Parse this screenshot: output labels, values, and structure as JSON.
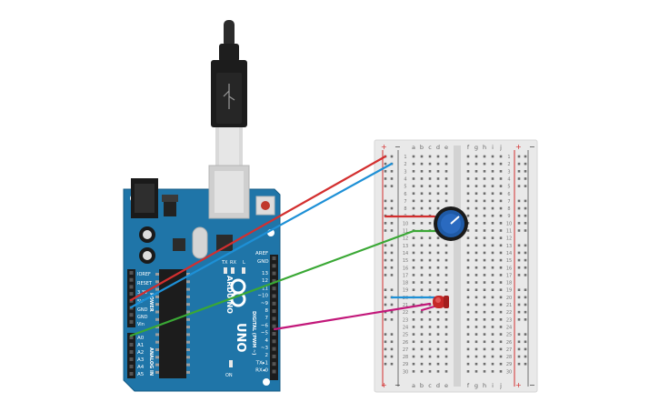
{
  "arduino": {
    "labels": {
      "ioref": "IOREF",
      "reset": "RESET",
      "v33": "3.3V",
      "v5": "5V",
      "gnd1": "GND",
      "gnd2": "GND",
      "vin": "Vin",
      "power": "POWER",
      "analog_in": "ANALOG IN",
      "aref": "AREF",
      "gnd_top": "GND",
      "digital": "DIGITAL (PWM ~)",
      "brand": "ARDUINO",
      "model": "UNO",
      "on": "ON",
      "tx": "TX",
      "rx": "RX",
      "l": "L"
    },
    "analog_pins": [
      "A0",
      "A1",
      "A2",
      "A3",
      "A4",
      "A5"
    ],
    "digital_pins": [
      "13",
      "12",
      "~11",
      "~10",
      "~9",
      "8",
      "7",
      "~6",
      "~5",
      "4",
      "~3",
      "2",
      "TX▸1",
      "RX◂0"
    ]
  },
  "breadboard": {
    "col_letters_left": [
      "a",
      "b",
      "c",
      "d",
      "e"
    ],
    "col_letters_right": [
      "f",
      "g",
      "h",
      "i",
      "j"
    ],
    "rail_plus": "+",
    "rail_minus": "−",
    "row_count": 30
  },
  "wires": [
    {
      "name": "5v-to-positive-rail-wire",
      "color": "#d32f2f"
    },
    {
      "name": "gnd-to-negative-rail-wire",
      "color": "#1e90d6"
    },
    {
      "name": "a0-to-potentiometer-wire",
      "color": "#3aa835"
    },
    {
      "name": "pin6-to-led-wire",
      "color": "#c2187a"
    },
    {
      "name": "potentiometer-power-wire",
      "color": "#d32f2f"
    },
    {
      "name": "potentiometer-signal-wire",
      "color": "#3aa835"
    },
    {
      "name": "led-ground-wire",
      "color": "#1e90d6"
    },
    {
      "name": "led-signal-wire",
      "color": "#c2187a"
    }
  ],
  "colors": {
    "board": "#1f75a8",
    "board_dark": "#175c86",
    "breadboard": "#e9e9e9",
    "led": "#c62828",
    "potentiometer": "#1f5aa6"
  }
}
